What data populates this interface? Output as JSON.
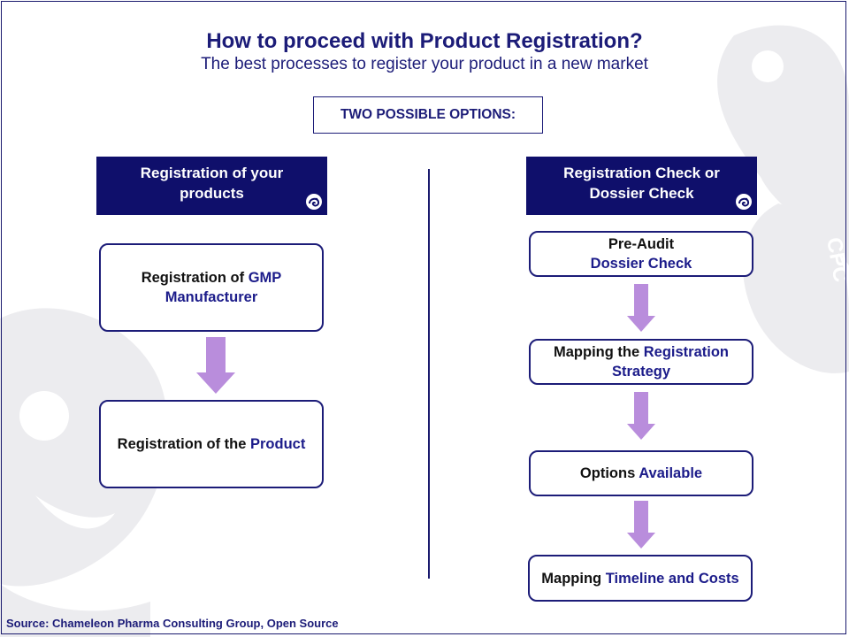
{
  "page": {
    "title": "How to proceed with Product Registration?",
    "subtitle": "The best processes to register your product in a new market",
    "options_label": "TWO POSSIBLE OPTIONS:"
  },
  "left": {
    "header": "Registration of your products",
    "steps": [
      {
        "part1": "Registration of ",
        "part2": "GMP Manufacturer"
      },
      {
        "part1": "Registration of the ",
        "part2": "Product"
      }
    ]
  },
  "right": {
    "header": "Registration Check or Dossier Check",
    "steps": [
      {
        "part1": "Pre-Audit ",
        "part2": "Dossier Check"
      },
      {
        "part1": "Mapping the ",
        "part2": "Registration Strategy"
      },
      {
        "part1": "Options ",
        "part2": "Available"
      },
      {
        "part1": "Mapping ",
        "part2": "Timeline and Costs"
      }
    ]
  },
  "watermark_text": "CPC",
  "footer": {
    "source": "Source:  Chameleon Pharma Consulting Group, Open Source"
  },
  "colors": {
    "navy": "#0f0f6b",
    "text_navy": "#1c1c78",
    "arrow": "#b98ddc",
    "watermark": "#ececef"
  },
  "icons": {
    "header_logo": "chameleon-logo-icon",
    "arrow": "arrow-down-icon"
  }
}
